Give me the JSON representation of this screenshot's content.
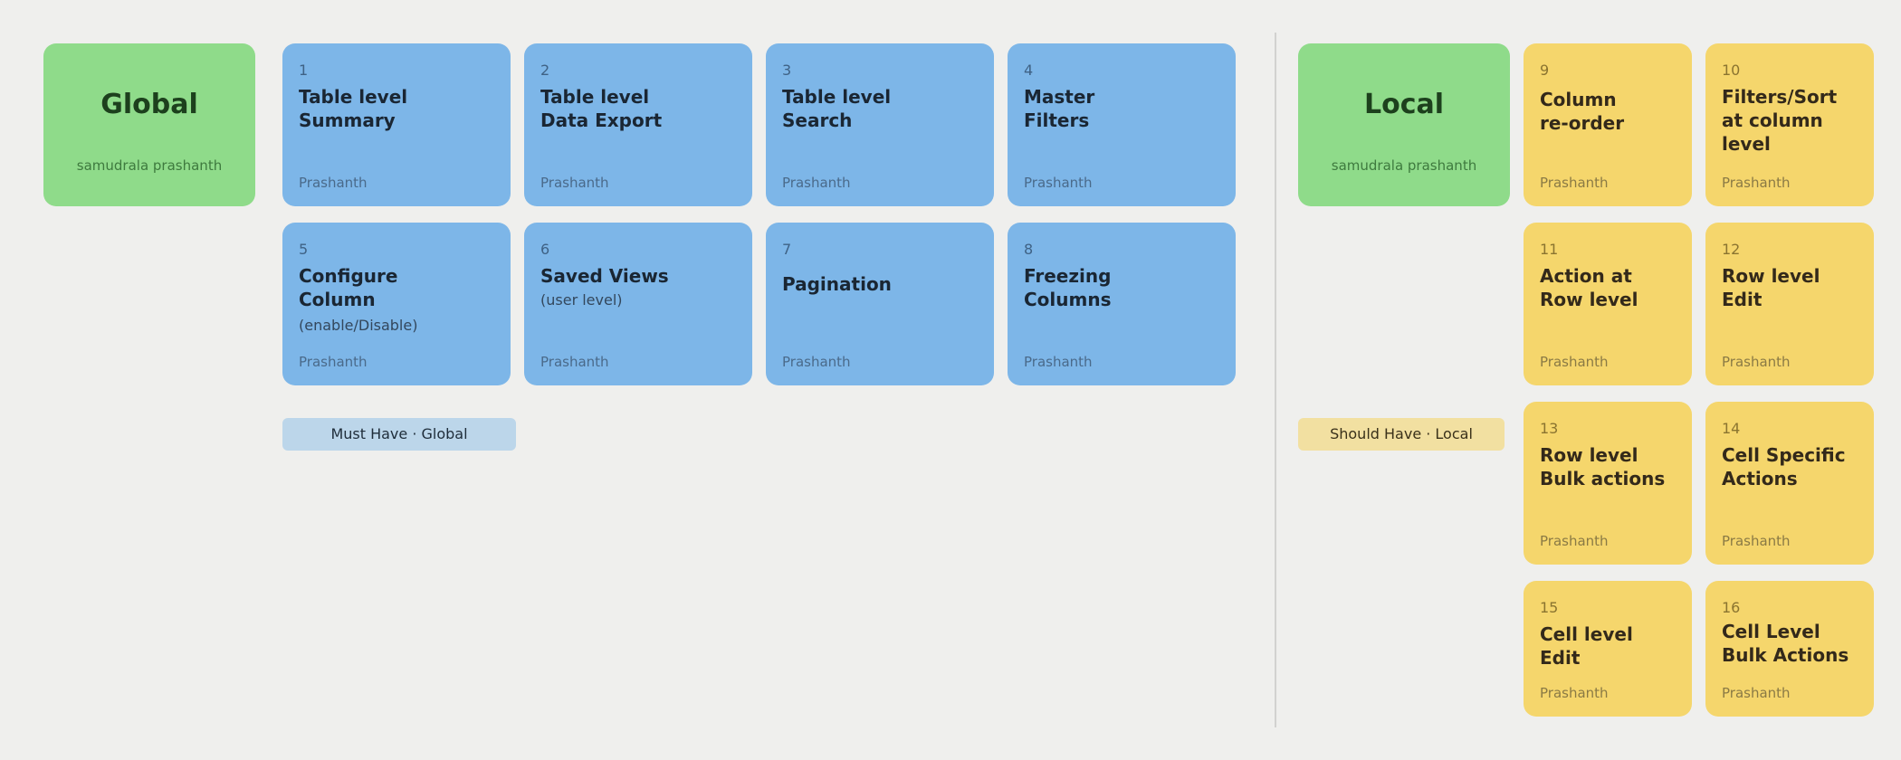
{
  "colors": {
    "background": "#efefed",
    "global_blue": "#7db6e8",
    "local_yellow": "#f5d66c",
    "header_green": "#8fdb8a",
    "legend_must": "#bcd6ea",
    "legend_should": "#f2e0a1"
  },
  "global": {
    "title": "Global",
    "subtitle": "samudrala prashanth"
  },
  "local": {
    "title": "Local",
    "subtitle": "samudrala prashanth"
  },
  "legend": {
    "must_have": "Must Have · Global",
    "should_have": "Should Have · Local"
  },
  "cards": [
    {
      "num": "1",
      "title": "Table level\nSummary",
      "sub": "",
      "owner": "Prashanth"
    },
    {
      "num": "2",
      "title": "Table level\nData Export",
      "sub": "",
      "owner": "Prashanth"
    },
    {
      "num": "3",
      "title": "Table level\nSearch",
      "sub": "",
      "owner": "Prashanth"
    },
    {
      "num": "4",
      "title": "Master\nFilters",
      "sub": "",
      "owner": "Prashanth"
    },
    {
      "num": "5",
      "title": "Configure\nColumn",
      "sub": "(enable/Disable)",
      "owner": "Prashanth"
    },
    {
      "num": "6",
      "title": "Saved Views",
      "sub": "(user level)",
      "owner": "Prashanth"
    },
    {
      "num": "7",
      "title": "Pagination",
      "sub": "",
      "owner": "Prashanth"
    },
    {
      "num": "8",
      "title": "Freezing\nColumns",
      "sub": "",
      "owner": "Prashanth"
    },
    {
      "num": "9",
      "title": "Column\nre-order",
      "sub": "",
      "owner": "Prashanth"
    },
    {
      "num": "10",
      "title": "Filters/Sort\nat column\nlevel",
      "sub": "",
      "owner": "Prashanth"
    },
    {
      "num": "11",
      "title": "Action at\nRow level",
      "sub": "",
      "owner": "Prashanth"
    },
    {
      "num": "12",
      "title": "Row level\nEdit",
      "sub": "",
      "owner": "Prashanth"
    },
    {
      "num": "13",
      "title": "Row level\nBulk actions",
      "sub": "",
      "owner": "Prashanth"
    },
    {
      "num": "14",
      "title": "Cell Specific\nActions",
      "sub": "",
      "owner": "Prashanth"
    },
    {
      "num": "15",
      "title": "Cell level\nEdit",
      "sub": "",
      "owner": "Prashanth"
    },
    {
      "num": "16",
      "title": "Cell Level\nBulk Actions",
      "sub": "",
      "owner": "Prashanth"
    }
  ]
}
